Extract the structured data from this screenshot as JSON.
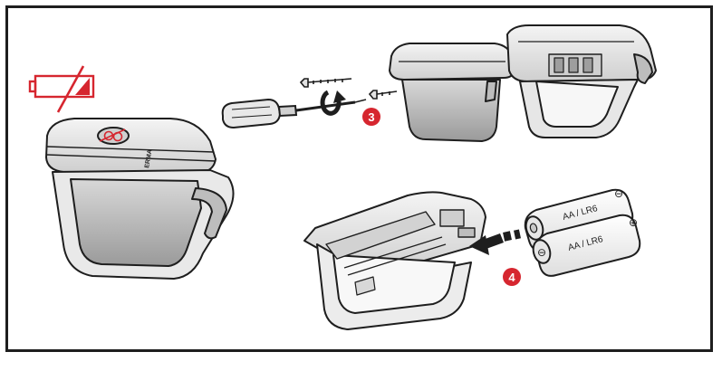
{
  "steps": {
    "step3": "3",
    "step4": "4"
  },
  "batteries": {
    "battery_a_label": "AA / LR6",
    "battery_b_label": "AA / LR6",
    "minus_symbol": "⊖",
    "plus_symbol": "⊕"
  },
  "device": {
    "brand_text": "ERMA"
  },
  "colors": {
    "accent_red": "#d6262f",
    "outline": "#1e1e1e"
  },
  "icons": {
    "low_battery": "low-battery-icon",
    "screwdriver": "screwdriver-icon",
    "rotate_arrow": "rotate-arrow-icon",
    "insert_arrow": "insert-arrow-icon"
  }
}
